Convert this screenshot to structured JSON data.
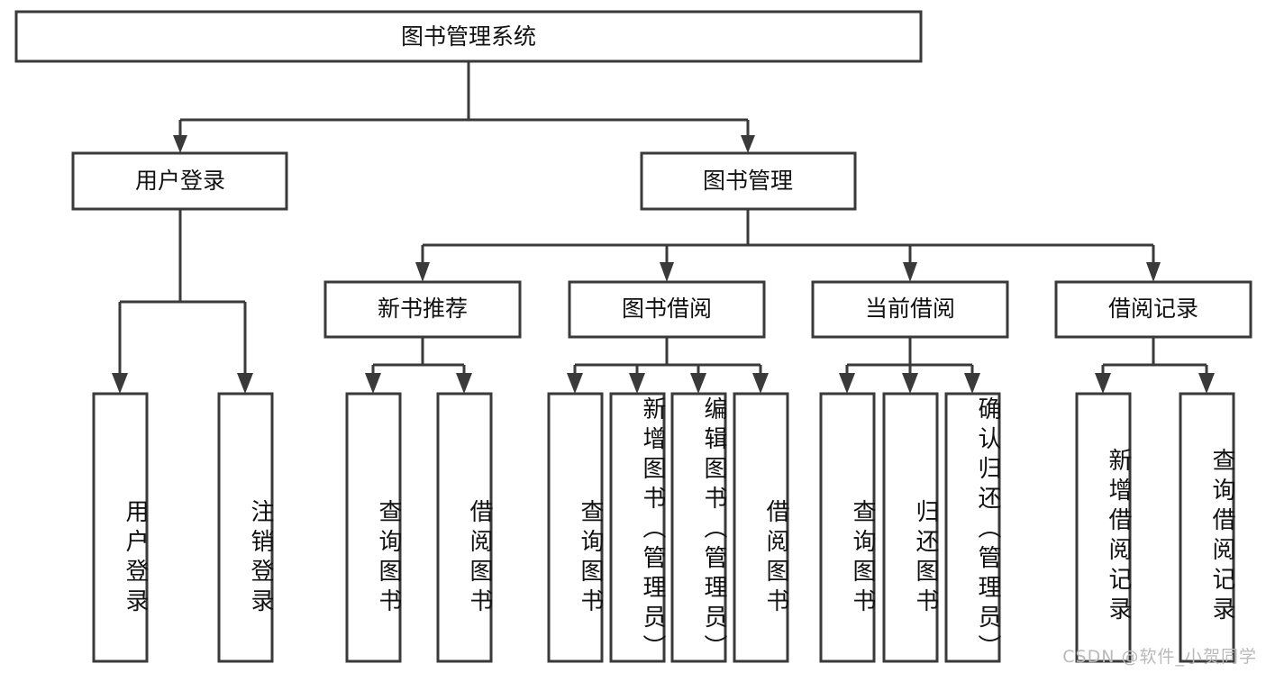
{
  "diagram": {
    "title": "图书管理系统",
    "type": "tree-hierarchy",
    "root": {
      "label": "图书管理系统"
    },
    "level2": [
      {
        "label": "用户登录"
      },
      {
        "label": "图书管理"
      }
    ],
    "level3": [
      {
        "label": "新书推荐"
      },
      {
        "label": "图书借阅"
      },
      {
        "label": "当前借阅"
      },
      {
        "label": "借阅记录"
      }
    ],
    "leaves": {
      "user_login": [
        {
          "label": "用户登录"
        },
        {
          "label": "注销登录"
        }
      ],
      "new_book_recommend": [
        {
          "label": "查询图书"
        },
        {
          "label": "借阅图书"
        }
      ],
      "book_borrow": [
        {
          "label": "查询图书"
        },
        {
          "label": "新增图书（管理员）"
        },
        {
          "label": "编辑图书（管理员）"
        },
        {
          "label": "借阅图书"
        }
      ],
      "current_borrow": [
        {
          "label": "查询图书"
        },
        {
          "label": "归还图书"
        },
        {
          "label": "确认归还（管理员）"
        }
      ],
      "borrow_record": [
        {
          "label": "新增借阅记录"
        },
        {
          "label": "查询借阅记录"
        }
      ]
    }
  },
  "watermark": {
    "text": "CSDN @软件_小贺同学"
  },
  "colors": {
    "stroke": "#3a3a3a",
    "fill": "#ffffff",
    "text": "#111111",
    "watermark": "#b9b9b9"
  }
}
